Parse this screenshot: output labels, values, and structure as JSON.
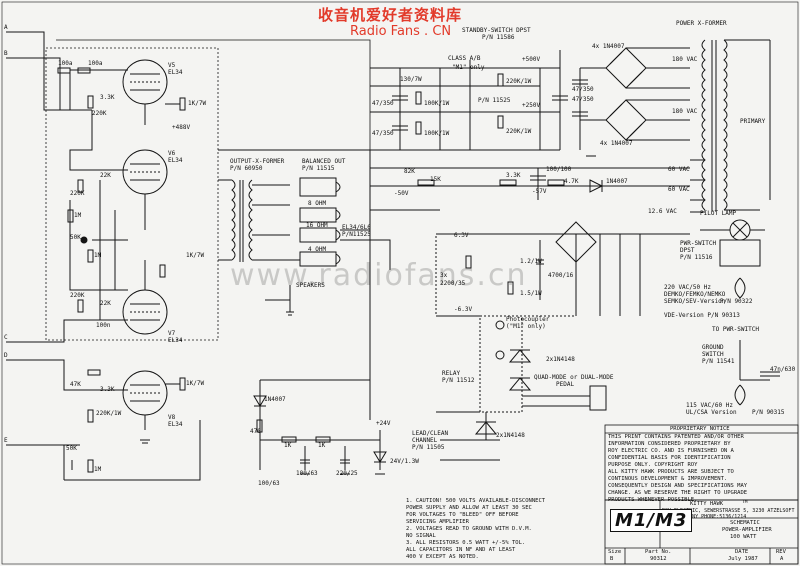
{
  "watermark": {
    "top": "收音机爱好者资料库",
    "site": "Radio Fans . CN",
    "center": "www.radiofans.cn"
  },
  "tubes": [
    {
      "id": "v5",
      "designator": "V5",
      "type": "EL34"
    },
    {
      "id": "v6",
      "designator": "V6",
      "type": "EL34"
    },
    {
      "id": "v7",
      "designator": "V7",
      "type": "EL34"
    },
    {
      "id": "v8",
      "designator": "V8",
      "type": "EL34"
    }
  ],
  "inputs": [
    "A",
    "B",
    "C",
    "D",
    "E"
  ],
  "labels": {
    "r_100a": "100a",
    "r_100a2": "100a",
    "r_22k": "22K",
    "r_22k2": "22K",
    "r_3k": "3.3K",
    "r_1k7w": "1K/7W",
    "r_1k7w2": "1K/7W",
    "r_1k7w3": "1K/7W",
    "r_220k": "220K",
    "r_220k2": "220K",
    "r_220k3": "220K",
    "v_488": "+488V",
    "r_1m": "1M",
    "r_1m2": "1M",
    "r_50k": "50K",
    "r_50k2": "50K",
    "r_100n": "100n",
    "r_47k": "47K",
    "r_1m3": "1M",
    "r_470": "470",
    "r_1k": "1K",
    "r_1k2": "1K",
    "c_100_63": "100/63",
    "c_100_63b": "100/63",
    "c_220_25": "220/25",
    "z_24v": "24V/1.3W",
    "v_24": "+24V",
    "d_1n4007": "1N4007",
    "op_xformer": "OUTPUT-X-FORMER",
    "op_pn": "P/N 60950",
    "bal_out": "BALANCED OUT",
    "bal_pn": "P/N 11515",
    "ohm8": "8 OHM",
    "ohm16": "16 OHM",
    "ohm4": "4 OHM",
    "speakers": "SPEAKERS",
    "el34": "EL34/6L6",
    "el34_pn": "P/N11525",
    "r_130": "130/7W",
    "c_47_350": "47/350",
    "c_47_350b": "47/350",
    "r_100k": "100K/1W",
    "r_100k2": "100K/1W",
    "standby": "STANDBY-SWITCH DPST",
    "standby_pn": "P/N 11586",
    "class": "CLASS A/B",
    "m1only": "\"M1\" only",
    "class_pn": "P/N 11525",
    "v500": "+500V",
    "v250": "+250V",
    "r_220k1w": "220K/1W",
    "r_220k1w2": "220K/1W",
    "c_47_350c": "47/350",
    "c_47_350d": "47/350",
    "n_4x1n4007": "4x 1N4007",
    "n_4x1n4007b": "4x 1N4007",
    "power_xformer": "POWER X-FORMER",
    "vac180": "180 VAC",
    "vac180b": "180 VAC",
    "primary": "PRIMARY",
    "vac60": "60 VAC",
    "vac60b": "60 VAC",
    "r_82k": "82K",
    "r_15k": "15K",
    "r_33k": "3.3K",
    "r_47k2": "4.7K",
    "c_100_100": "100/100",
    "v_50": "-50V",
    "v_57": "-57V",
    "v_63": "6.3V",
    "v_63b": "-6.3V",
    "v_126": "12.6 VAC",
    "pilot": "PILOT LAMP",
    "pwr_sw": "PWR-SWITCH",
    "pwr_dpst": "DPST",
    "pwr_pn": "P/N 11516",
    "mains1": "220 VAC/50 Hz",
    "mains2": "DEMKO/FEMKO/NEMKO",
    "mains3": "SEMKO/SEV-Version",
    "mains4": "P/N 90322",
    "vde": "VDE-Version P/N 90313",
    "to_pwr": "TO PWR-SWITCH",
    "ground": "GROUND",
    "ground2": "SWITCH",
    "ground_pn": "P/N 11541",
    "c_47_630": "47n/630",
    "ul1": "115 VAC/60 Hz",
    "ul2": "UL/CSA Version",
    "ul3": "P/N 90315",
    "photo": "Photocoupler",
    "photo2": "(\"M1\" only)",
    "relay": "RELAY",
    "relay_pn": "P/N 11512",
    "d2x": "2x1N4148",
    "d2x2": "2x1N4148",
    "quad": "QUAD-MODE or DUAL-MODE",
    "pedal": "PEDAL",
    "lead": "LEAD/CLEAN",
    "channel": "CHANNEL",
    "lead_pn": "P/N 11505",
    "c_2200": "2200/35",
    "c_3x": "3x",
    "c_4700": "4700/16",
    "r_12": "1.2/1W",
    "r_15": "1.5/1W"
  },
  "notes": [
    "1. CAUTION! 500 VOLTS AVAILABLE-DISCONNECT",
    "   POWER SUPPLY AND ALLOW AT LEAST 30 SEC",
    "   FOR VOLTAGES TO \"BLEED\" OFF BEFORE",
    "   SERVICING AMPLIFIER",
    "2. VOLTAGES READ TO GROUND WITH D.V.M.",
    "   NO SIGNAL",
    "3. ALL RESISTORS 0.5 WATT +/-5% TOL.",
    "   ALL CAPACITORS IN NF AND AT LEAST",
    "   400 V EXCEPT AS NOTED."
  ],
  "proprietary": {
    "heading": "PROPRIETARY NOTICE",
    "lines": [
      "THIS PRINT CONTAINS PATENTED AND/OR OTHER",
      "INFORMATION CONSIDERED PROPRIETARY BY",
      "ROY ELECTRIC CO. AND IS FURNISHED ON A",
      "CONFIDENTIAL BASIS FOR IDENTIFICATION",
      "PURPOSE ONLY.            COPYRIGHT ROY",
      "ALL KITTY HAWK PRODUCTS ARE SUBJECT TO",
      "CONTINOUS DEVELOPMENT & IMPROVEMENT.",
      "CONSEQUENTLY DESIGN AND SPECIFICATIONS MAY",
      "CHANGE. AS WE RESERVE THE RIGHT TO UPGRADE",
      "PRODUCTS WHENEVER POSSIBLE."
    ]
  },
  "title_block": {
    "brand": "KITTY HAWK",
    "tm": "TM",
    "company": "ROY ELECTRIC, SEWERSTRASSE 5, 3230 ATZELSOFT",
    "country": "WEST-GERMANY  PHONE:5136/1214",
    "logo": "M1/M3",
    "desc1": "SCHEMATIC",
    "desc2": "POWER-AMPLIFIER",
    "desc3": "100 WATT",
    "size_label": "Size",
    "size_value": "B",
    "part_label": "Part No.",
    "part_value": "90312",
    "date_label": "DATE",
    "date_value": "July 1987",
    "rev_label": "REV",
    "rev_value": "A"
  }
}
